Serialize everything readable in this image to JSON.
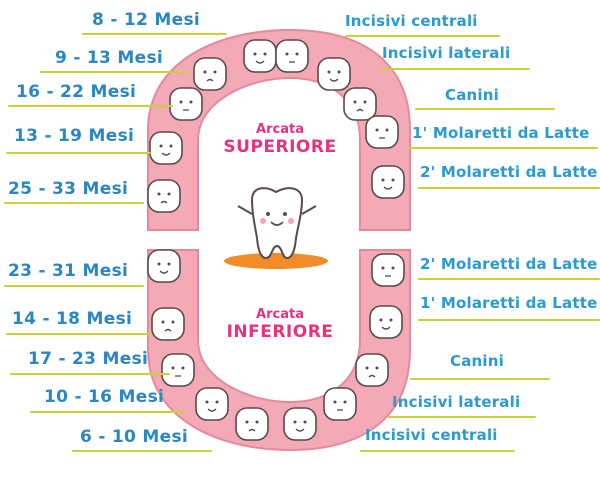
{
  "upper": {
    "arch_label": "Arcata",
    "arch_name": "SUPERIORE",
    "ages": [
      "8 - 12 Mesi",
      "9 - 13 Mesi",
      "16 - 22 Mesi",
      "13 - 19 Mesi",
      "25 - 33 Mesi"
    ],
    "teeth": [
      "Incisivi centrali",
      "Incisivi laterali",
      "Canini",
      "1' Molaretti da Latte",
      "2' Molaretti da Latte"
    ]
  },
  "lower": {
    "arch_label": "Arcata",
    "arch_name": "INFERIORE",
    "ages": [
      "23 - 31 Mesi",
      "14 - 18 Mesi",
      "17 - 23 Mesi",
      "10 - 16 Mesi",
      "6 - 10 Mesi"
    ],
    "teeth": [
      "2' Molaretti da Latte",
      "1' Molaretti da Latte",
      "Canini",
      "Incisivi laterali",
      "Incisivi centrali"
    ]
  },
  "colors": {
    "gum": "#f3a9b6",
    "gum_inner": "#fbe5ea",
    "tooth": "#ffffff",
    "outline": "#5a4a4a",
    "label_text": "#2a86c4",
    "underline": "#c6d23a",
    "arch_title": "#e8327c",
    "mascot_shadow": "#f28c28"
  }
}
